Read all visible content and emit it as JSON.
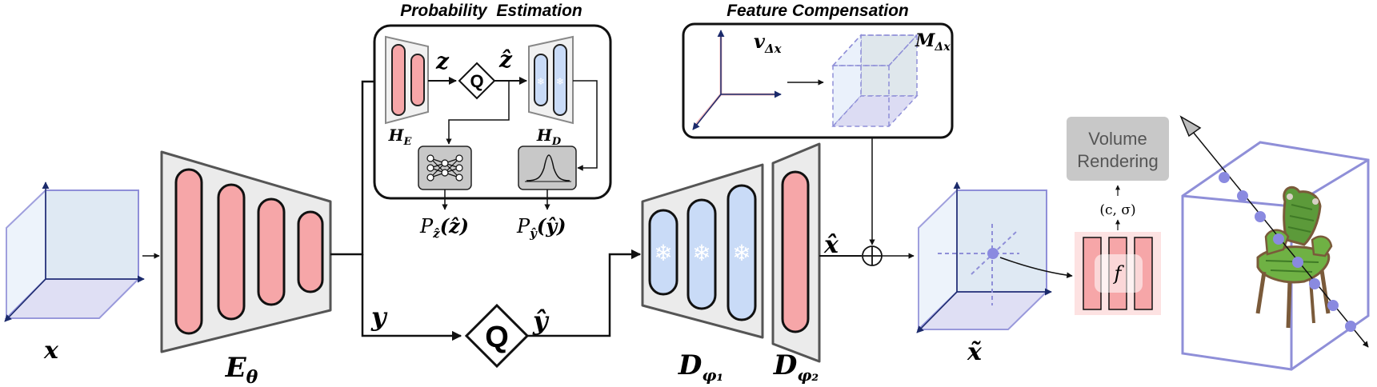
{
  "colors": {
    "encoder_layer": "#f6a6a8",
    "decoder_layer": "#c9dbf7",
    "cube_edge": "#8f8fd8",
    "cube_fill": "#dfe9f3",
    "box_gray": "#c8c8c8",
    "volume_box": "#c8c8c8",
    "ray_point": "#8a8ae0",
    "mlp_bg": "#fde2e2"
  },
  "labels": {
    "prob_title": "Probability  Estimation",
    "feat_title": "Feature Compensation",
    "x": "x",
    "E": "E",
    "E_sub": "θ",
    "y": "y",
    "y_hat": "ŷ",
    "Q_main": "Q",
    "Q_small": "Q",
    "z": "z",
    "z_hat": "ẑ",
    "HE": "H",
    "HE_sub": "E",
    "HD": "H",
    "HD_sub": "D",
    "P_z_main": "P",
    "P_z_sub": "ẑ",
    "P_z_arg": "(ẑ)",
    "P_y_main": "P",
    "P_y_sub": "ŷ",
    "P_y_arg": "(ŷ)",
    "v_delta": "v",
    "v_delta_sub": "Δx",
    "M_delta": "M",
    "M_delta_sub": "Δx",
    "D1": "D",
    "D1_sub": "φ₁",
    "D2": "D",
    "D2_sub": "φ₂",
    "x_hat": "x̂",
    "x_tilde": "x̃",
    "c_sigma": "(c, σ)",
    "f": "f",
    "volume_line1": "Volume",
    "volume_line2": "Rendering",
    "snowflake": "❄",
    "oplus": "⊕"
  }
}
